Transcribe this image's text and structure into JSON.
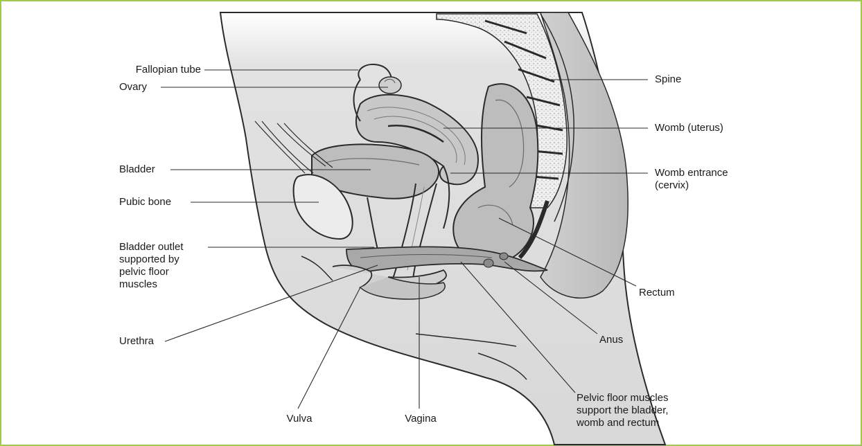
{
  "labels": {
    "fallopian_tube": "Fallopian tube",
    "ovary": "Ovary",
    "bladder": "Bladder",
    "pubic_bone": "Pubic bone",
    "bladder_outlet": [
      "Bladder outlet",
      "supported by",
      "pelvic floor",
      "muscles"
    ],
    "urethra": "Urethra",
    "vulva": "Vulva",
    "vagina": "Vagina",
    "spine": "Spine",
    "womb": "Womb (uterus)",
    "womb_entrance": [
      "Womb entrance",
      "(cervix)"
    ],
    "rectum": "Rectum",
    "anus": "Anus",
    "pelvic_floor": [
      "Pelvic floor muscles",
      "support the bladder,",
      "womb and rectum"
    ]
  },
  "colors": {
    "frame": "#9ccc4a",
    "body_fill": "#dcdcdc",
    "organ_fill": "#bdbdbd",
    "bone_fill": "#ebebeb",
    "outline": "#2a2a2a"
  }
}
